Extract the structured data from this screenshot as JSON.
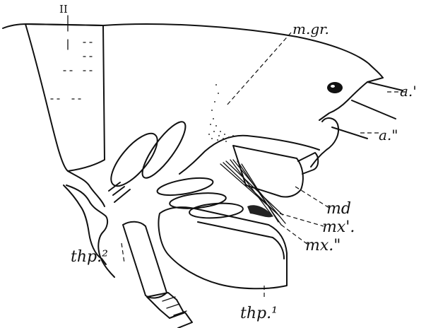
{
  "labels": {
    "segment_II": "II",
    "mgr": "m.gr.",
    "a1": "a.'",
    "a2": "a.\"",
    "md": "md",
    "mx1": "mx'.",
    "mx2": "mx.\"",
    "thp2": "thp.²",
    "thp1": "thp.¹"
  }
}
